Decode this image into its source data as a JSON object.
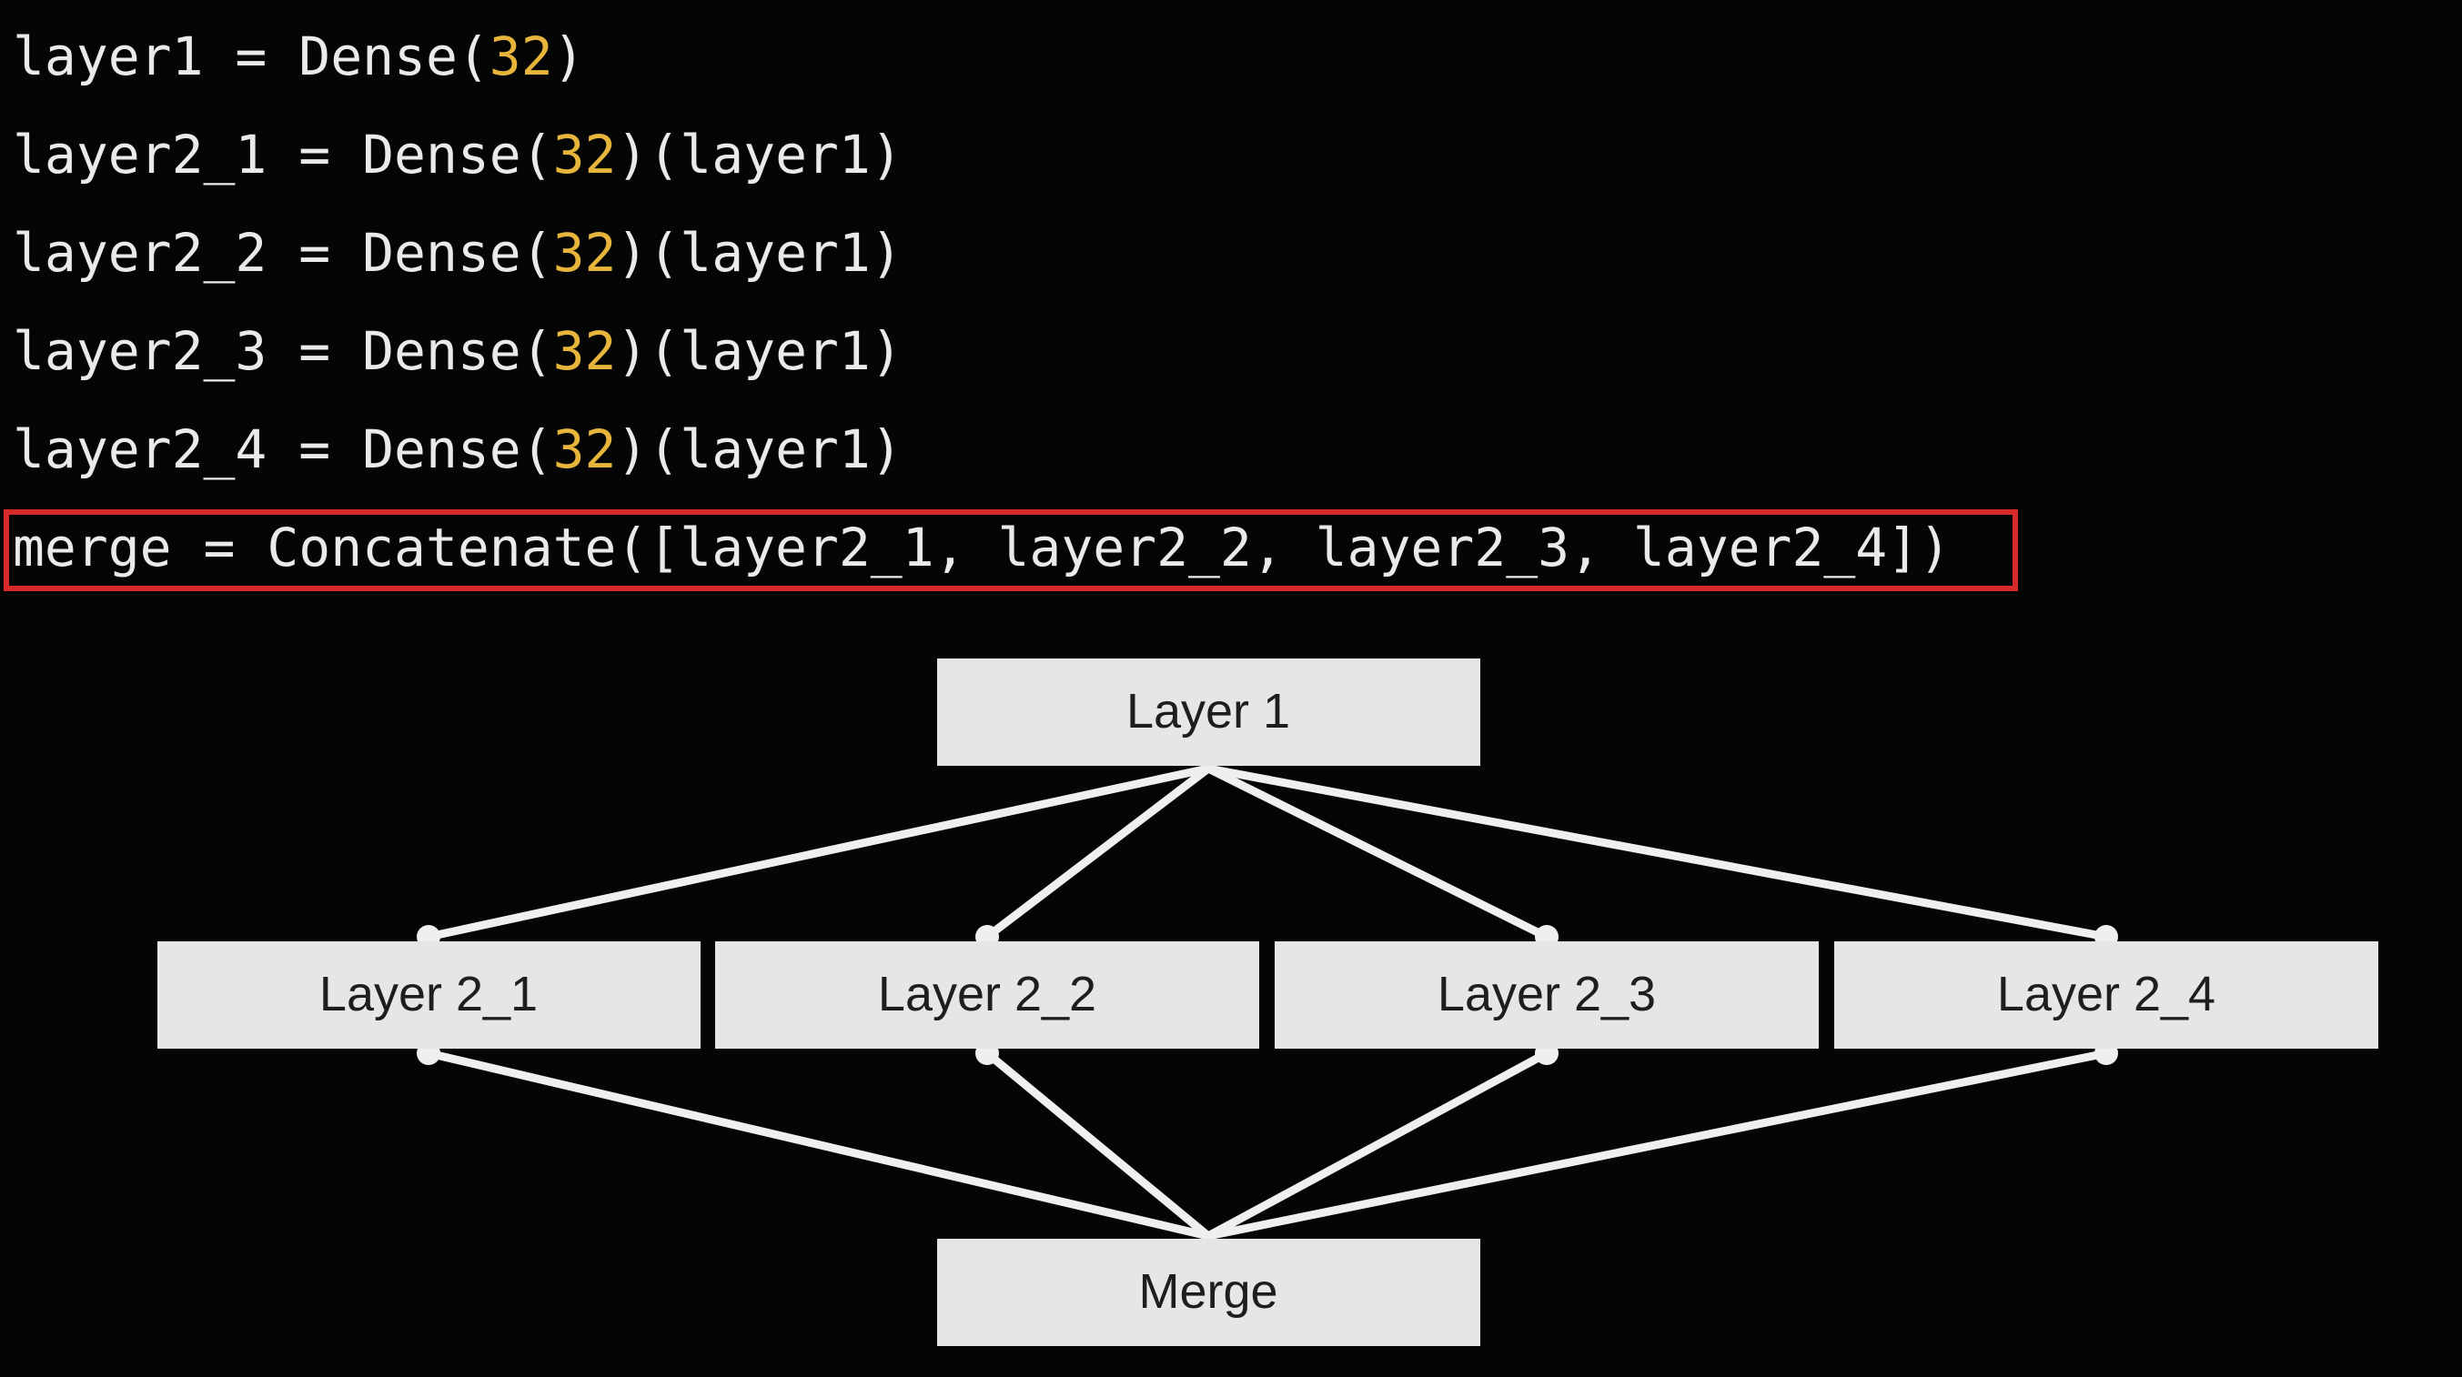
{
  "code": {
    "lines": [
      {
        "pre": "layer1 = Dense(",
        "num": "32",
        "post": ")"
      },
      {
        "pre": "layer2_1 = Dense(",
        "num": "32",
        "post": ")(layer1)"
      },
      {
        "pre": "layer2_2 = Dense(",
        "num": "32",
        "post": ")(layer1)"
      },
      {
        "pre": "layer2_3 = Dense(",
        "num": "32",
        "post": ")(layer1)"
      },
      {
        "pre": "layer2_4 = Dense(",
        "num": "32",
        "post": ")(layer1)"
      },
      {
        "pre": "merge = Concatenate([layer2_1, layer2_2, layer2_3, layer2_4])",
        "num": "",
        "post": ""
      }
    ],
    "highlighted_line": 5
  },
  "diagram": {
    "top_node": "Layer 1",
    "middle_nodes": [
      "Layer 2_1",
      "Layer 2_2",
      "Layer 2_3",
      "Layer 2_4"
    ],
    "bottom_node": "Merge"
  },
  "colors": {
    "background": "#050505",
    "code_text": "#eaeaea",
    "number_literal": "#e7b53b",
    "highlight_border": "#d72a2a",
    "node_fill": "#e6e6e6",
    "edge": "#efefef"
  }
}
